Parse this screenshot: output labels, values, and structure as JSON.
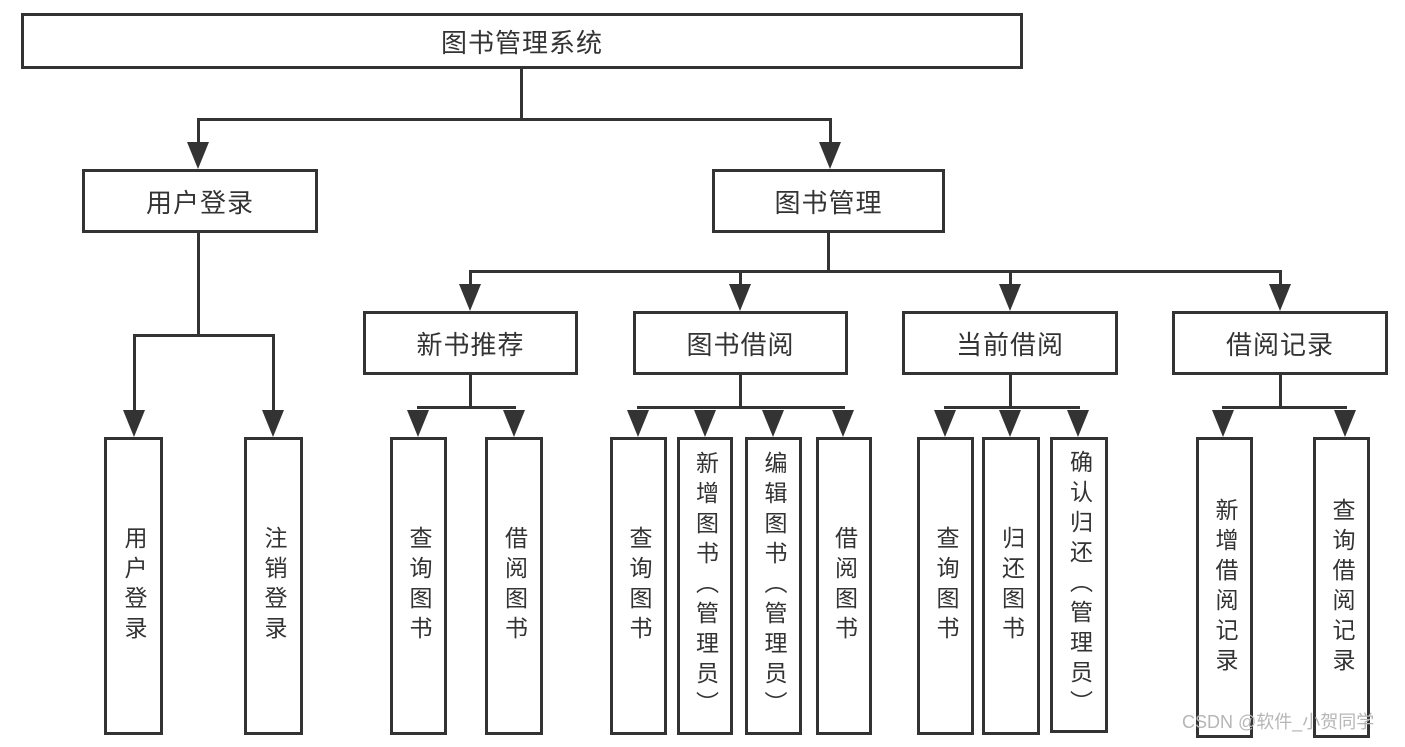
{
  "nodes": {
    "root": "图书管理系统",
    "user_login": "用户登录",
    "book_management": "图书管理",
    "login": "用户登录",
    "logout": "注销登录",
    "new_book_recommend": "新书推荐",
    "book_borrowing": "图书借阅",
    "current_borrowing": "当前借阅",
    "borrowing_records": "借阅记录",
    "nbr_query_books": "查询图书",
    "nbr_borrow_books": "借阅图书",
    "bb_query_books": "查询图书",
    "bb_add_books": "新增图书（管理员）",
    "bb_edit_books": "编辑图书（管理员）",
    "bb_borrow_books": "借阅图书",
    "cb_query_books": "查询图书",
    "cb_return_books": "归还图书",
    "cb_confirm_return": "确认归还（管理员）",
    "br_add_record": "新增借阅记录",
    "br_query_record": "查询借阅记录"
  },
  "watermark": "CSDN @软件_小贺同学",
  "colors": {
    "line": "#333333",
    "text": "#333333",
    "background": "#ffffff",
    "watermark": "#b6b6b6"
  }
}
